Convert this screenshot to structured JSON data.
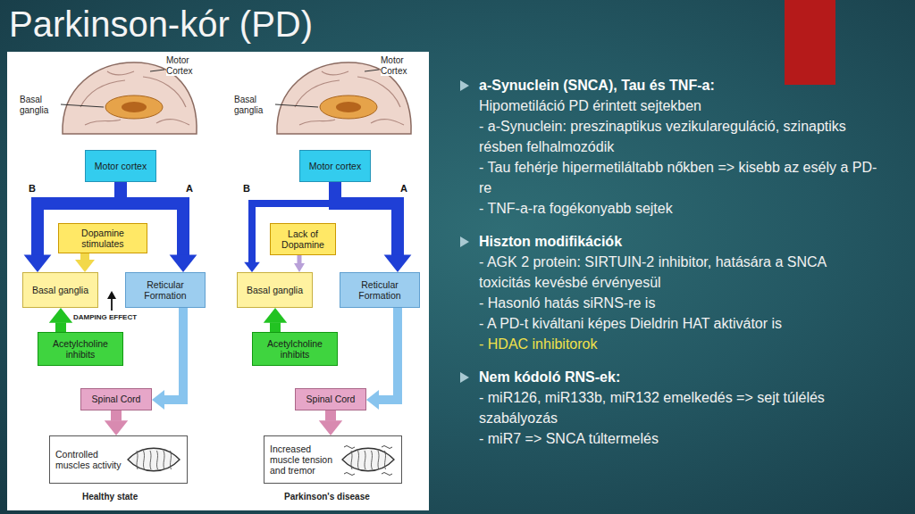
{
  "diagram": {
    "title": "Parkinson-kór (PD)",
    "nodes": [
      {
        "text": [
          "Motor cortex"
        ]
      },
      {
        "text": [
          "Dopamine stimulates"
        ]
      },
      {
        "text": [
          "Basal ganglia"
        ]
      },
      {
        "text": [
          "Reticular Formation"
        ]
      },
      {
        "text": [
          "Acetylcholine inhibits"
        ]
      },
      {
        "text": [
          "Spinal Cord"
        ]
      },
      {
        "text": [
          "Controlled muscles activity"
        ]
      },
      {
        "text": [
          "Motor cortex"
        ]
      },
      {
        "text": [
          "Lack of Dopamine"
        ]
      },
      {
        "text": [
          "Basal ganglia"
        ]
      },
      {
        "text": [
          "Reticular Formation"
        ]
      },
      {
        "text": [
          "Acetylcholine inhibits"
        ]
      },
      {
        "text": [
          "Spinal Cord"
        ]
      },
      {
        "text": [
          "Increased muscle tension and tremor"
        ]
      }
    ],
    "edges": [
      {
        "from": 0,
        "to": 2,
        "arrow": "to",
        "label": "B"
      },
      {
        "from": 0,
        "to": 3,
        "arrow": "to",
        "label": "A"
      },
      {
        "from": 1,
        "to": 2,
        "arrow": "to"
      },
      {
        "from": 4,
        "to": 2,
        "arrow": "to"
      },
      {
        "from": 3,
        "to": 5,
        "arrow": "to"
      },
      {
        "from": 5,
        "to": 6,
        "arrow": "to"
      },
      {
        "from": 7,
        "to": 9,
        "arrow": "to",
        "label": "B"
      },
      {
        "from": 7,
        "to": 10,
        "arrow": "to",
        "label": "A"
      },
      {
        "from": 8,
        "to": 9,
        "arrow": "to"
      },
      {
        "from": 11,
        "to": 9,
        "arrow": "to"
      },
      {
        "from": 10,
        "to": 12,
        "arrow": "to"
      },
      {
        "from": 12,
        "to": 13,
        "arrow": "to"
      }
    ],
    "labels": [
      "Motor Cortex",
      "Basal ganglia",
      "DAMPING EFFECT",
      "Healthy state",
      "Motor Cortex",
      "Basal ganglia",
      "Parkinson's disease",
      "a-Synuclein (SNCA), Tau és TNF-a:",
      "Hipometiláció PD érintett sejtekben",
      "- a-Synuclein: preszinaptikus vezikulareguláció, szinaptiks résben felhalmozódik",
      "- Tau fehérje hipermetiláltabb nőkben => kisebb az esély a PD-re",
      "- TNF-a-ra fogékonyabb sejtek",
      "Hiszton modifikációk",
      "- AGK 2 protein: SIRTUIN-2 inhibitor, hatására a SNCA toxicitás kevésbé érvényesül",
      "- Hasonló hatás siRNS-re is",
      "- A PD-t kiváltani képes Dieldrin HAT aktivátor is",
      "- HDAC inhibitorok",
      "Nem kódoló RNS-ek:",
      "- miR126, miR133b, miR132 emelkedés => sejt túlélés szabályozás",
      "- miR7 => SNCA túltermelés"
    ]
  }
}
